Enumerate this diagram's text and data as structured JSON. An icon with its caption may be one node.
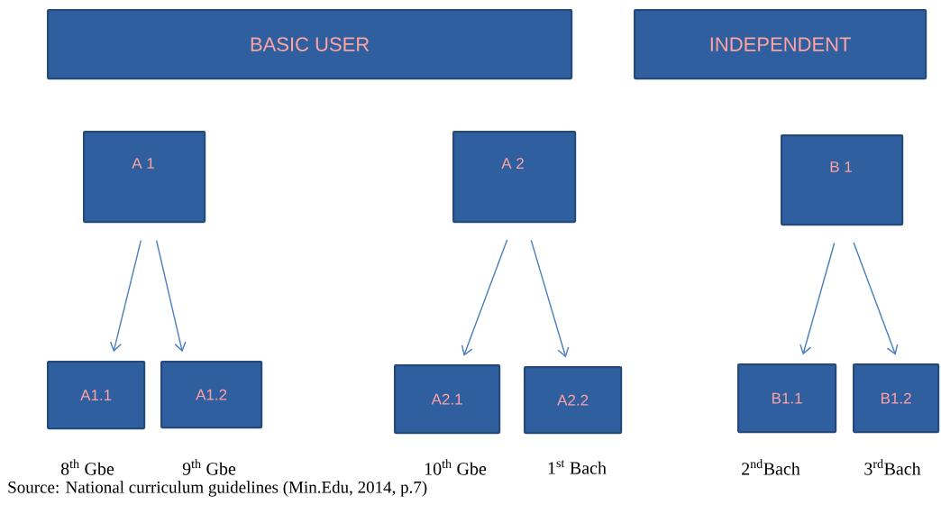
{
  "diagram": {
    "caption": "Source: National curriculum guidelines (Min.Edu, 2014, p.7)",
    "nodes": [
      {
        "text": [
          "BASIC USER"
        ]
      },
      {
        "text": [
          "INDEPENDENT"
        ]
      },
      {
        "text": [
          "A 1"
        ]
      },
      {
        "text": [
          "A 2"
        ]
      },
      {
        "text": [
          "B 1"
        ]
      },
      {
        "text": [
          "A1.1"
        ],
        "beside": [
          "8$^{th}$ Gbe"
        ]
      },
      {
        "text": [
          "A1.2"
        ],
        "beside": [
          "9$^{th}$ Gbe"
        ]
      },
      {
        "text": [
          "A2.1"
        ],
        "beside": [
          "10$^{th}$ Gbe"
        ]
      },
      {
        "text": [
          "A2.2"
        ],
        "beside": [
          "1$^{st}$ Bach"
        ]
      },
      {
        "text": [
          "B1.1"
        ],
        "beside": [
          "2$^{nd}$Bach"
        ]
      },
      {
        "text": [
          "B1.2"
        ],
        "beside": [
          "3$^{rd}$Bach"
        ]
      }
    ],
    "edges": [
      {
        "from": 2,
        "to": 5,
        "arrow": "to"
      },
      {
        "from": 2,
        "to": 6,
        "arrow": "to"
      },
      {
        "from": 3,
        "to": 7,
        "arrow": "to"
      },
      {
        "from": 3,
        "to": 8,
        "arrow": "to"
      },
      {
        "from": 4,
        "to": 9,
        "arrow": "to"
      },
      {
        "from": 4,
        "to": 10,
        "arrow": "to"
      }
    ]
  }
}
